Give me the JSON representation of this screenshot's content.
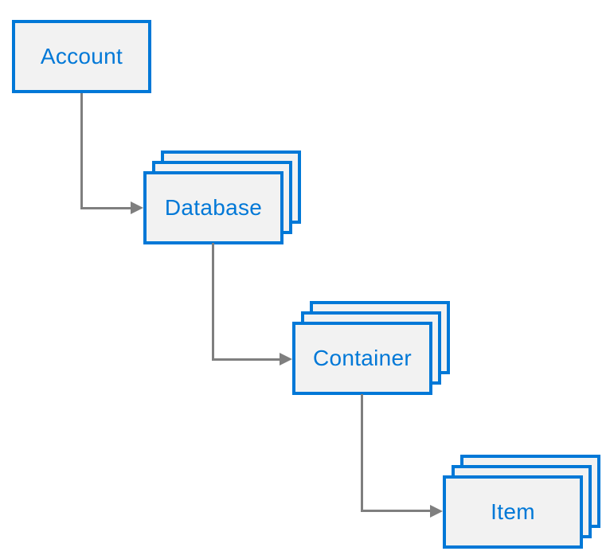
{
  "diagram": {
    "type": "hierarchy-flow",
    "description": "Resource hierarchy: Account contains Databases, Databases contain Containers, Containers contain Items",
    "colors": {
      "box_border": "#0078d7",
      "box_fill": "#f2f2f2",
      "label_text": "#0078d7",
      "connector": "#7f7f7f",
      "background": "#ffffff"
    },
    "nodes": [
      {
        "id": "account",
        "label": "Account",
        "stacked": false,
        "stack_count": 1
      },
      {
        "id": "database",
        "label": "Database",
        "stacked": true,
        "stack_count": 3
      },
      {
        "id": "container",
        "label": "Container",
        "stacked": true,
        "stack_count": 3
      },
      {
        "id": "item",
        "label": "Item",
        "stacked": true,
        "stack_count": 3
      }
    ],
    "edges": [
      {
        "from": "account",
        "to": "database",
        "style": "elbow-down-right-arrow"
      },
      {
        "from": "database",
        "to": "container",
        "style": "elbow-down-right-arrow"
      },
      {
        "from": "container",
        "to": "item",
        "style": "elbow-down-right-arrow"
      }
    ]
  }
}
